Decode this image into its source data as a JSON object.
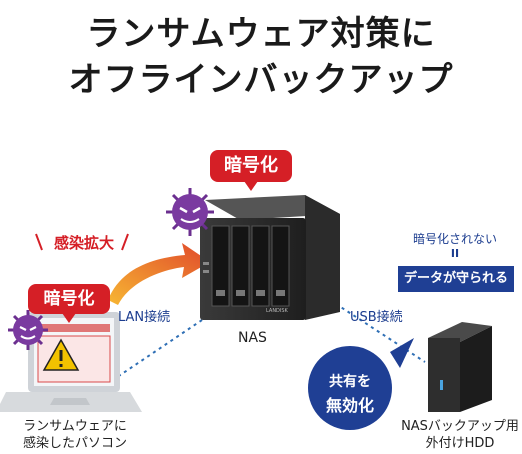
{
  "title": {
    "line1": "ランサムウェア対策に",
    "line2": "オフラインバックアップ"
  },
  "badges": {
    "nas_encrypt": "暗号化",
    "pc_encrypt": "暗号化"
  },
  "infection_label": "感染拡大",
  "connections": {
    "lan": "LAN接続",
    "usb": "USB接続"
  },
  "nas": {
    "label": "NAS",
    "brand": "LANDISK"
  },
  "hdd": {
    "caption_line1": "NASバックアップ用",
    "caption_line2": "外付けHDD"
  },
  "pc": {
    "caption_line1": "ランサムウェアに",
    "caption_line2": "感染したパソコン"
  },
  "protection": {
    "not_encrypted": "暗号化されない",
    "symbol": "II",
    "data_protected": "データが守られる"
  },
  "share_disabled": {
    "line1": "共有を",
    "line2": "無効化"
  },
  "colors": {
    "red": "#d51f26",
    "navy": "#1c3d8f",
    "virus": "#6b2f8f",
    "arrow_start": "#f5a623",
    "arrow_end": "#e0482b"
  },
  "icons": {
    "virus": "virus-icon",
    "warning": "warning-icon"
  }
}
